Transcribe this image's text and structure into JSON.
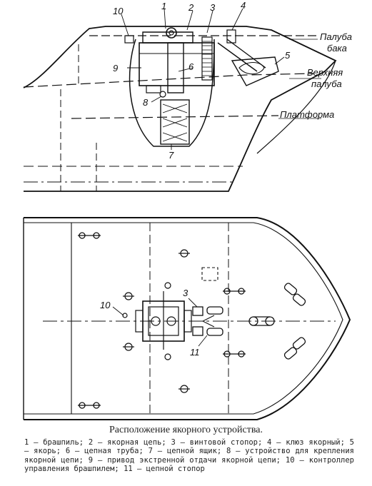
{
  "figure": {
    "top_view": {
      "numbers": [
        "1",
        "2",
        "3",
        "4",
        "5",
        "6",
        "7",
        "8",
        "9",
        "10"
      ],
      "deck_labels": {
        "forecastle_1": "Палуба",
        "forecastle_2": "бака",
        "upper_1": "Верхняя",
        "upper_2": "палуба",
        "platform": "Платформа"
      }
    },
    "plan_view": {
      "numbers": [
        "10",
        "3",
        "11"
      ]
    }
  },
  "caption": {
    "title": "Расположение якорного устройства.",
    "text": "1 — брашпиль; 2 — якорная цепь; 3 — винтовой стопор; 4 — клюз якорный; 5 — якорь; 6 — цепная труба; 7 — цепной ящик; 8 — устройство для крепления якорной цепи; 9 — привод экстренной отдачи якорной цепи; 10 — контроллер управления брашпилем; 11 — цепной стопор"
  }
}
